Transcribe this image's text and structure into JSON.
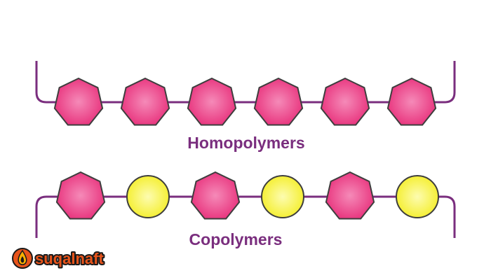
{
  "colors": {
    "chain": "#7a2e7e",
    "monomer_a_fill": "#ec3b84",
    "monomer_a_stroke": "#3e3e3e",
    "monomer_b_fill": "#f6f236",
    "monomer_b_stroke": "#3e3e3e",
    "caption": "#7a2e7e",
    "logo_text": "#e8541b",
    "logo_outline": "#1a1a1a"
  },
  "homopolymer": {
    "label": "Homopolymers",
    "units": [
      "A",
      "A",
      "A",
      "A",
      "A",
      "A"
    ]
  },
  "copolymer": {
    "label": "Copolymers",
    "units": [
      "A",
      "B",
      "A",
      "B",
      "A",
      "B"
    ]
  },
  "watermark": {
    "text": "suqalnaft",
    "icon": "flame-drop-icon"
  }
}
